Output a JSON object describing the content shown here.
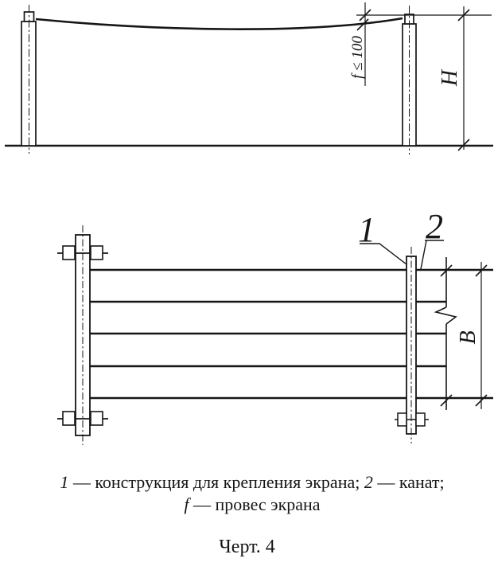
{
  "figure": {
    "labels": {
      "callout_1": "1",
      "callout_2": "2",
      "sag_note": "f ≤ 100",
      "height_dim": "H",
      "width_dim": "В"
    },
    "legend": {
      "item1_num": "1",
      "item1_text": " — конструкция для крепления экрана; ",
      "item2_num": "2",
      "item2_text": " — канат;",
      "itemf_num": "f",
      "itemf_text": " — провес экрана"
    },
    "caption": "Черт. 4",
    "colors": {
      "ink": "#161616",
      "paper": "#ffffff"
    }
  }
}
